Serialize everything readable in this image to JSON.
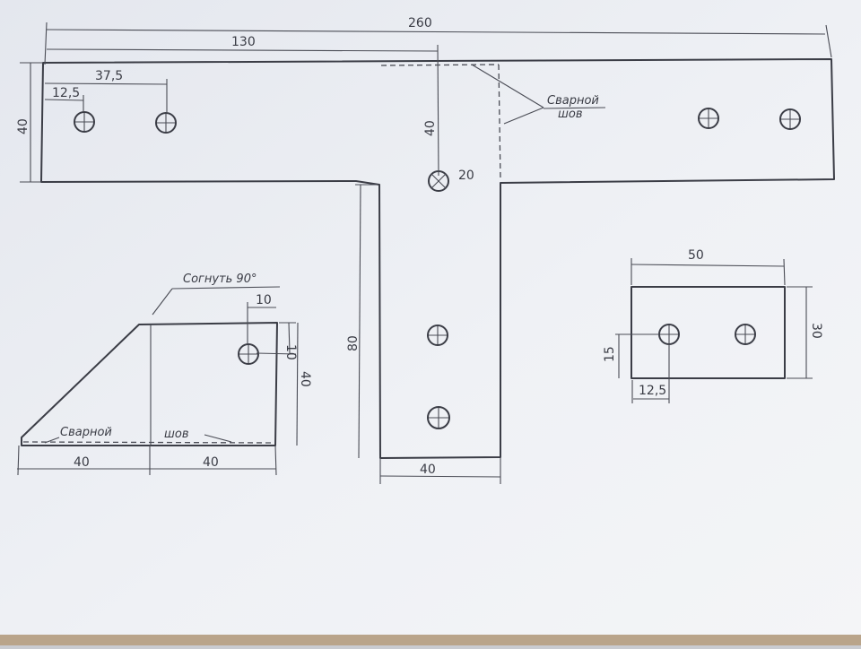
{
  "colors": {
    "paper": "#eef0f4",
    "ink": "#3b3d46",
    "desk": "#c9cbd0"
  },
  "top_bar": {
    "dim_total": "260",
    "dim_half": "130",
    "dim_hole2": "37,5",
    "dim_hole1": "12,5",
    "dim_height": "40",
    "dim_seam_offset": "40",
    "dim_seam_gap": "20",
    "weld_label_1": "Сварной",
    "weld_label_2": "шов"
  },
  "stem": {
    "dim_length": "80",
    "dim_width": "40"
  },
  "bent_part": {
    "bend_label": "Согнуть 90°",
    "dim_hole_x": "10",
    "dim_hole_y": "10",
    "dim_height": "40",
    "dim_left": "40",
    "dim_right": "40",
    "weld_label_1": "Сварной",
    "weld_label_2": "шов"
  },
  "small_plate": {
    "dim_width": "50",
    "dim_height": "30",
    "dim_hole_y": "15",
    "dim_hole_x": "12,5"
  }
}
